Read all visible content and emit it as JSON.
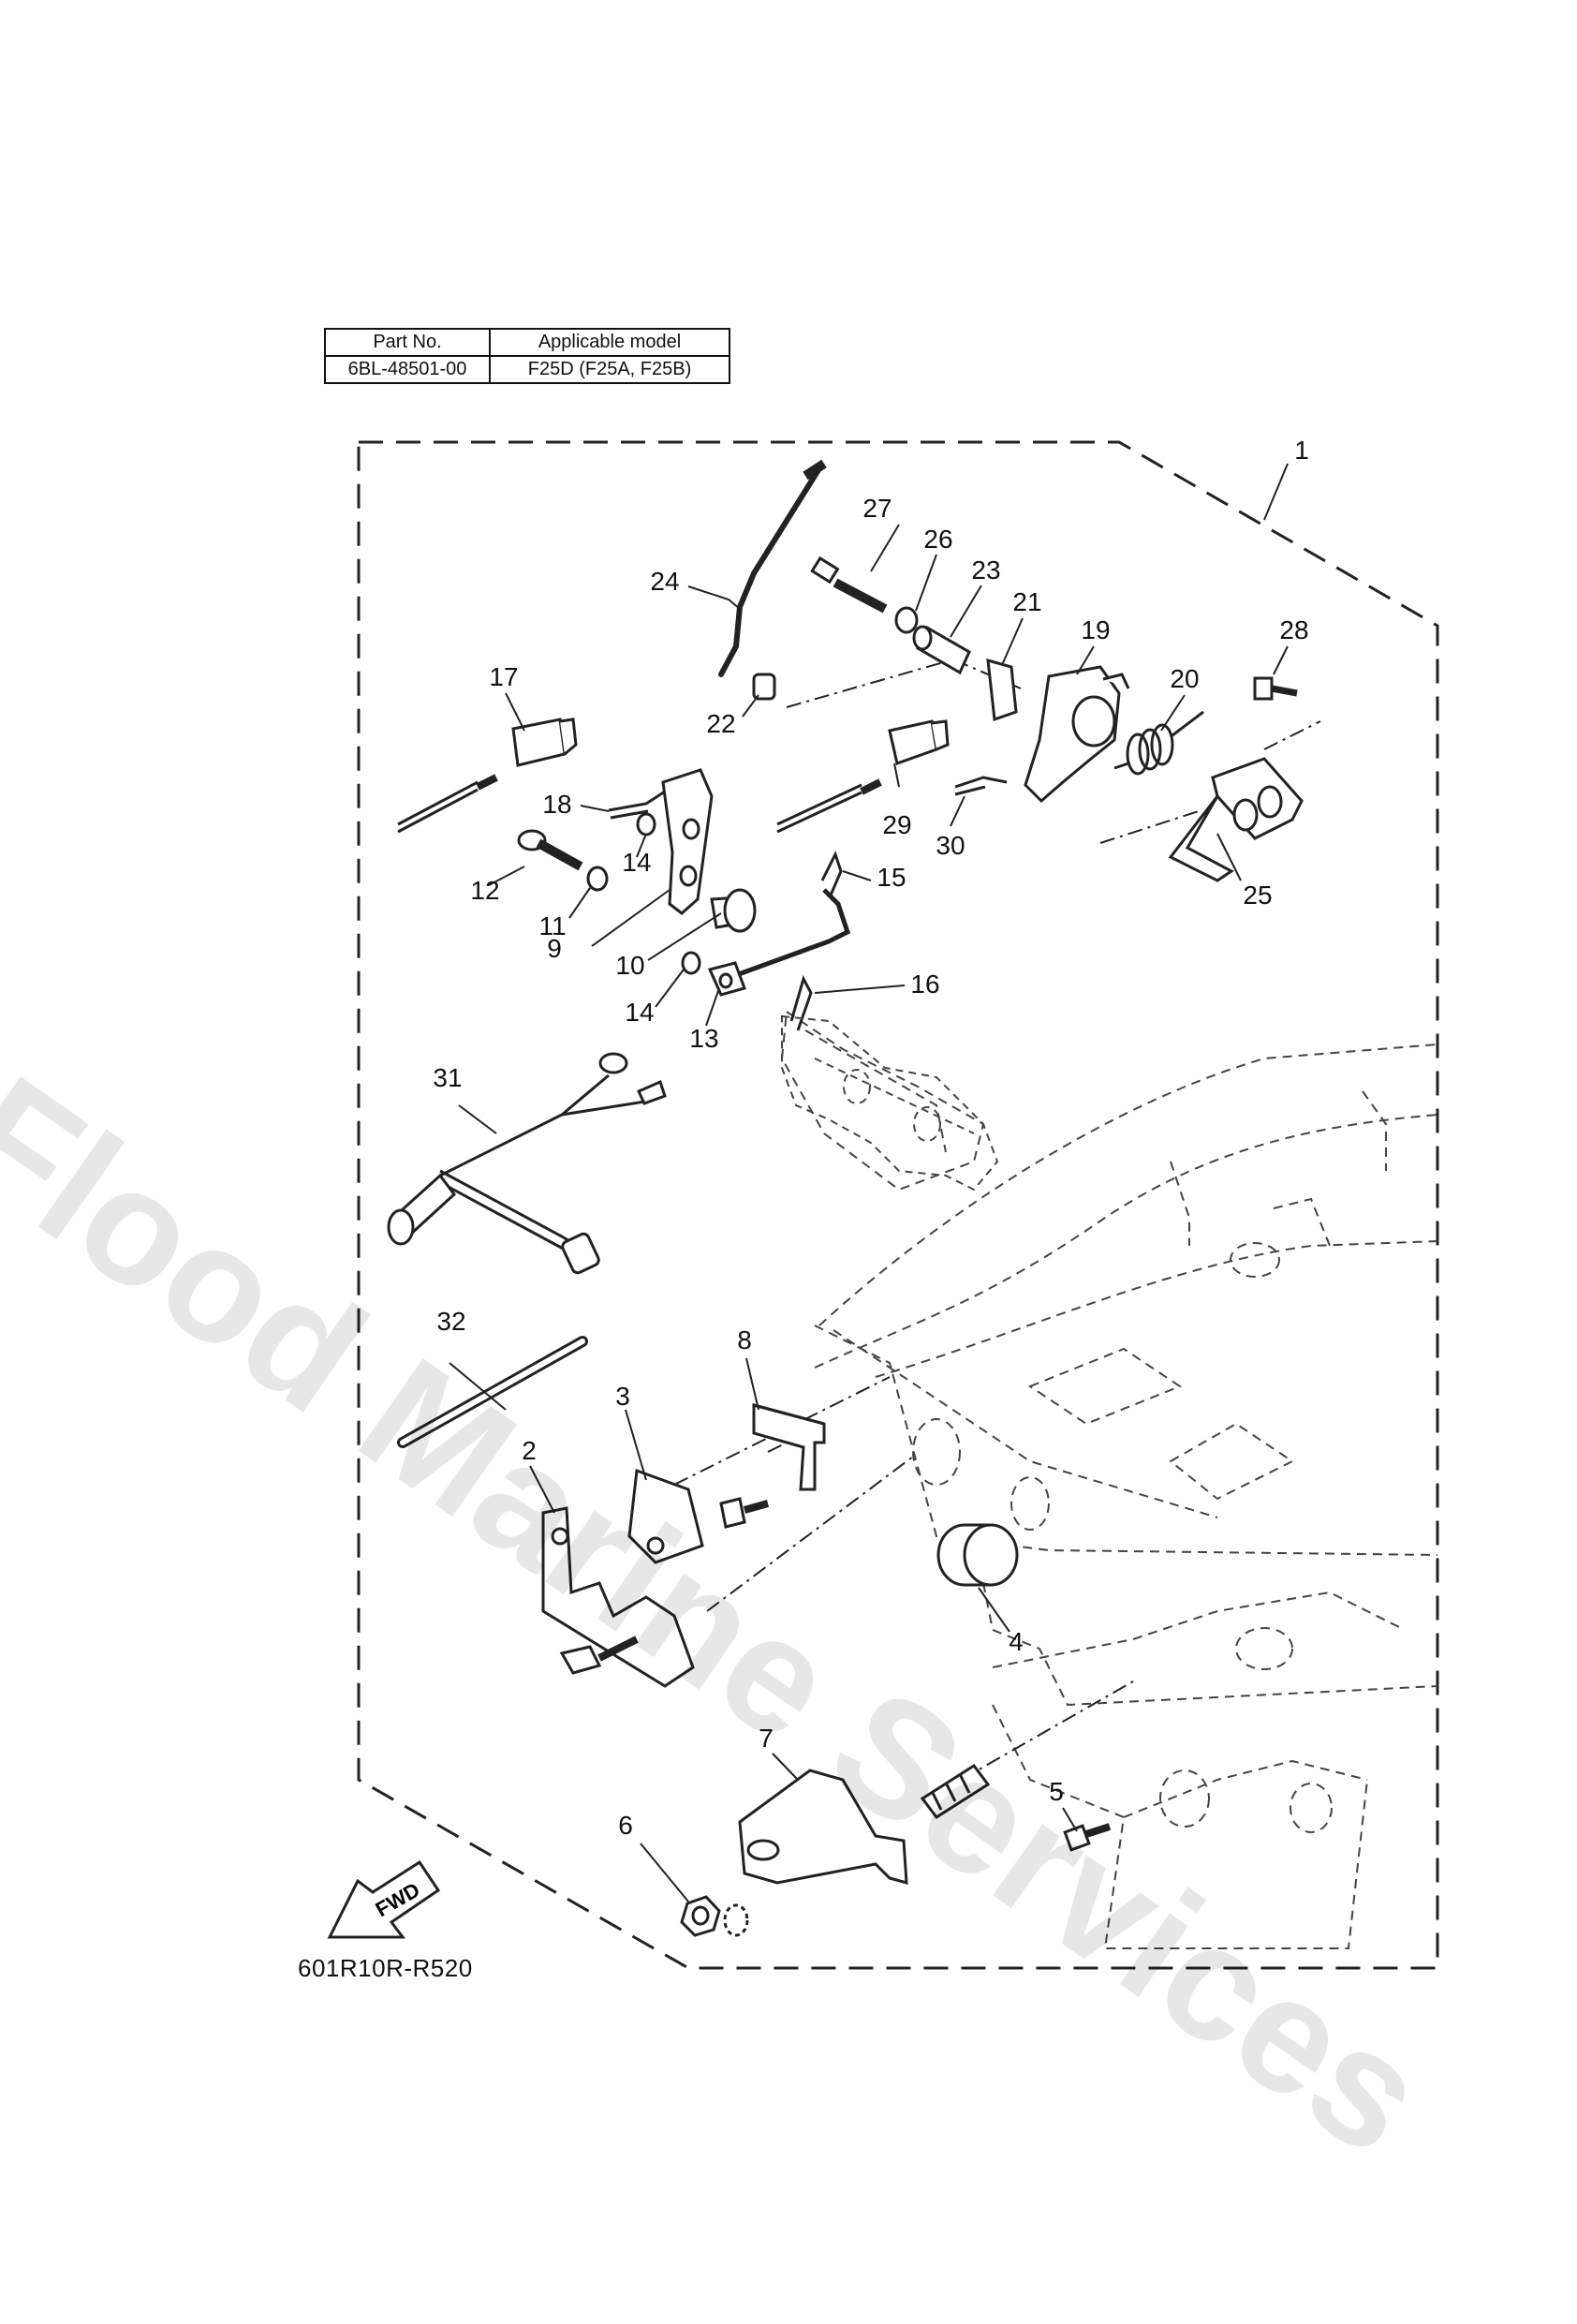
{
  "parts_table": {
    "headers": [
      "Part No.",
      "Applicable model"
    ],
    "rows": [
      [
        "6BL-48501-00",
        "F25D (F25A, F25B)"
      ]
    ]
  },
  "diagram_code": "601R10R-R520",
  "fwd_label": "FWD",
  "watermark": "Flood Marine Services",
  "callouts": [
    "1",
    "2",
    "3",
    "4",
    "5",
    "6",
    "7",
    "8",
    "9",
    "10",
    "11",
    "12",
    "13",
    "14",
    "14",
    "15",
    "16",
    "17",
    "18",
    "19",
    "20",
    "21",
    "22",
    "23",
    "24",
    "25",
    "26",
    "27",
    "28",
    "29",
    "30",
    "31",
    "32"
  ]
}
